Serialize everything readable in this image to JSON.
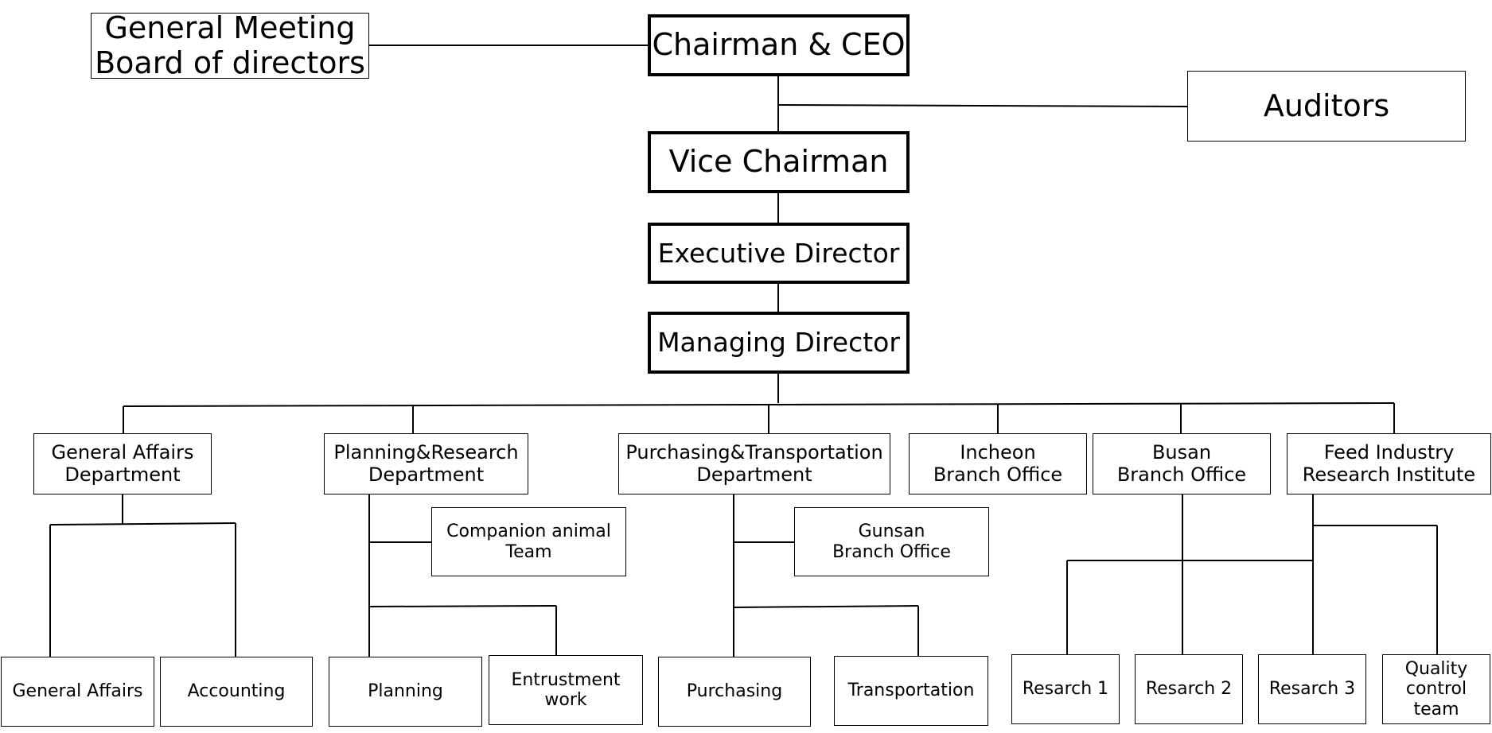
{
  "top": {
    "general_meeting": "General Meeting\nBoard of directors",
    "chairman": "Chairman & CEO",
    "auditors": "Auditors",
    "vice_chairman": "Vice Chairman",
    "executive_director": "Executive Director",
    "managing_director": "Managing Director"
  },
  "departments": {
    "general_affairs": "General Affairs\nDepartment",
    "planning_research": "Planning&Research\nDepartment",
    "purchasing_transportation": "Purchasing&Transportation\nDepartment",
    "incheon": "Incheon\nBranch Office",
    "busan": "Busan\nBranch Office",
    "feed_institute": "Feed Industry\nResearch Institute"
  },
  "sub_units": {
    "companion_animal": "Companion animal\nTeam",
    "gunsan": "Gunsan\nBranch Office"
  },
  "teams": {
    "general_affairs": "General Affairs",
    "accounting": "Accounting",
    "planning": "Planning",
    "entrustment": "Entrustment\nwork",
    "purchasing": "Purchasing",
    "transportation": "Transportation",
    "research1": "Resarch 1",
    "research2": "Resarch 2",
    "research3": "Resarch 3",
    "quality_control": "Quality\ncontrol\nteam"
  }
}
